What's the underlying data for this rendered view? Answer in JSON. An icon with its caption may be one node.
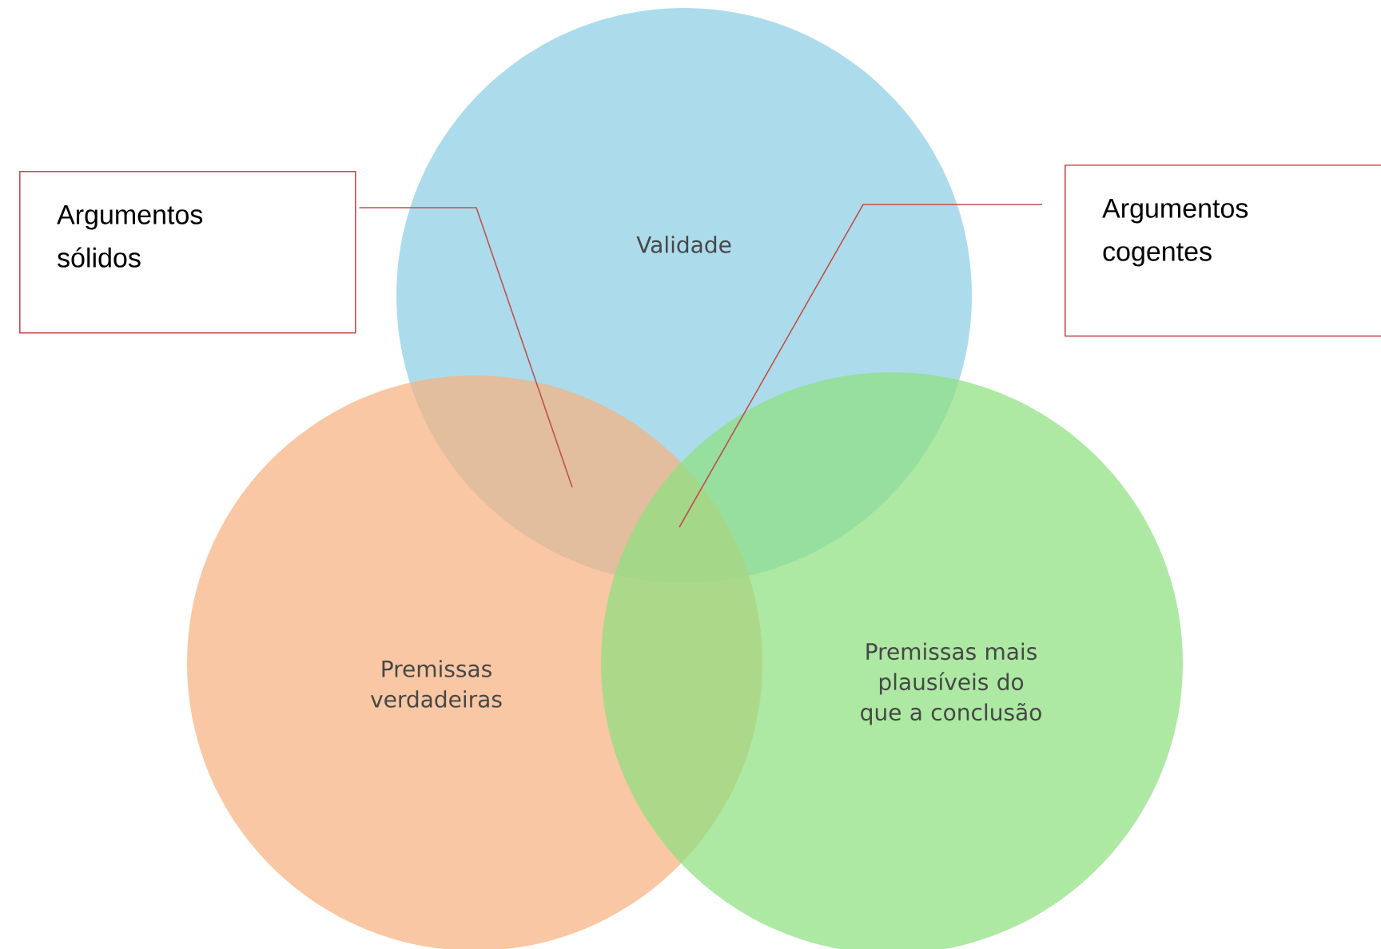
{
  "diagram": {
    "nodes": [
      {
        "text": [
          "Validade"
        ]
      },
      {
        "text": [
          "Premissas verdadeiras"
        ]
      },
      {
        "text": [
          "Premissas mais plausíveis do que a conclusão"
        ]
      },
      {
        "text": [
          "Argumentos sólidos"
        ]
      },
      {
        "text": [
          "Argumentos cogentes"
        ]
      }
    ],
    "edges": [
      {
        "from": 3,
        "to": 0,
        "arrow": "none",
        "color": "#c0504d"
      },
      {
        "from": 4,
        "to": 0,
        "arrow": "none",
        "color": "#c0504d"
      }
    ]
  }
}
